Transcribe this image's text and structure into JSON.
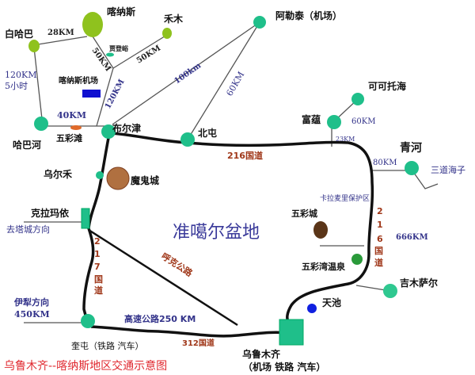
{
  "title": "乌鲁木齐--喀纳斯地区交通示意图",
  "region_label": "准噶尔盆地",
  "places": {
    "kanas": "喀纳斯",
    "baihaba": "白哈巴",
    "hemu": "禾木",
    "jiadengyu": "贾登峪",
    "kanas_airport": "喀纳斯机场",
    "habahe": "哈巴河",
    "wucaitan": "五彩滩",
    "burqin": "布尔津",
    "altay": "阿勒泰（机场）",
    "beitun": "北屯",
    "fuyun": "富蕴",
    "keketuohai": "可可托海",
    "qinghe": "青河",
    "sandaohaizi": "三道海子",
    "wuerhe": "乌尔禾",
    "mogui": "魔鬼城",
    "karamay": "克拉玛依",
    "tacheng_dir": "去塔城方向",
    "yili_dir": "伊犁方向",
    "kuitun": "奎屯（铁路 汽车）",
    "kalamaili": "卡拉麦里保护区",
    "wucaicheng": "五彩城",
    "wucaiwan": "五彩湾温泉",
    "jimsar": "吉木萨尔",
    "tianchi": "天池",
    "urumqi": "乌鲁木齐",
    "urumqi_sub": "（机场 铁路 汽车）"
  },
  "distances": {
    "baihaba_kanas": "28KM",
    "kanas_junction": "50KM",
    "hemu_junction": "50KM",
    "baihaba_habahe": "120KM",
    "baihaba_habahe_time": "5小时",
    "habahe_burqin": "40KM",
    "junction_burqin": "120KM",
    "burqin_altay": "100km",
    "beitun_altay": "60KM",
    "fuyun_keketuohai": "60KM",
    "fuyun_road": "23KM",
    "qinghe_road": "80KM",
    "road216_east": "666KM",
    "yili": "450KM",
    "highway": "高速公路250 KM"
  },
  "roads": {
    "r216": "216国道",
    "r216_vertical": [
      "2",
      "1",
      "6",
      "国",
      "道"
    ],
    "r217_vertical": [
      "2",
      "1",
      "7",
      "国",
      "道"
    ],
    "r312": "312国道",
    "huke": "呼克公路"
  },
  "colors": {
    "green_node": "#1fbf8a",
    "lime_node": "#8fc21e",
    "road": "#111111",
    "distance": "#33338a",
    "road_label": "#a0381a",
    "title": "#e0282f",
    "region": "#3a3a9a"
  }
}
